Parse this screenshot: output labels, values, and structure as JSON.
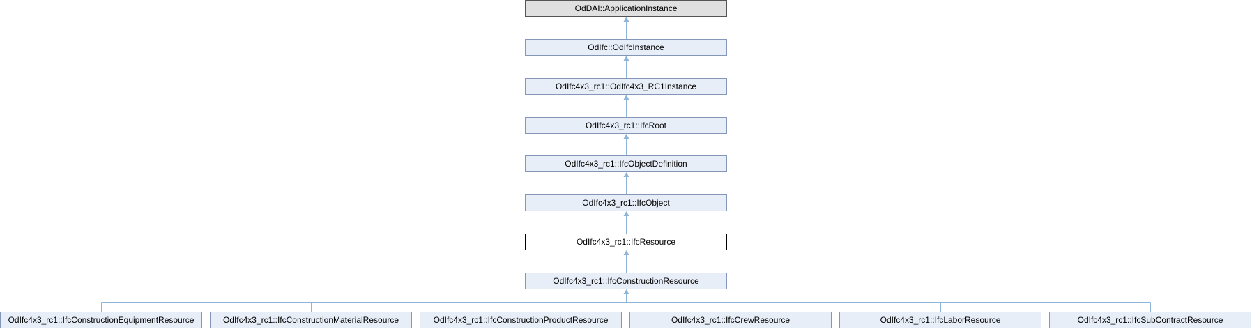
{
  "diagram": {
    "edge_color": "#8fb5d6",
    "chain": [
      {
        "id": "app_instance",
        "label": "OdDAI::ApplicationInstance",
        "style": "root"
      },
      {
        "id": "odifc_instance",
        "label": "OdIfc::OdIfcInstance",
        "style": "link"
      },
      {
        "id": "rc1_instance",
        "label": "OdIfc4x3_rc1::OdIfc4x3_RC1Instance",
        "style": "link"
      },
      {
        "id": "ifc_root",
        "label": "OdIfc4x3_rc1::IfcRoot",
        "style": "link"
      },
      {
        "id": "ifc_object_definition",
        "label": "OdIfc4x3_rc1::IfcObjectDefinition",
        "style": "link"
      },
      {
        "id": "ifc_object",
        "label": "OdIfc4x3_rc1::IfcObject",
        "style": "link"
      },
      {
        "id": "ifc_resource",
        "label": "OdIfc4x3_rc1::IfcResource",
        "style": "focus"
      },
      {
        "id": "ifc_construction_resource",
        "label": "OdIfc4x3_rc1::IfcConstructionResource",
        "style": "link"
      }
    ],
    "children": [
      {
        "id": "equipment",
        "label": "OdIfc4x3_rc1::IfcConstructionEquipmentResource"
      },
      {
        "id": "material",
        "label": "OdIfc4x3_rc1::IfcConstructionMaterialResource"
      },
      {
        "id": "product",
        "label": "OdIfc4x3_rc1::IfcConstructionProductResource"
      },
      {
        "id": "crew",
        "label": "OdIfc4x3_rc1::IfcCrewResource"
      },
      {
        "id": "labor",
        "label": "OdIfc4x3_rc1::IfcLaborResource"
      },
      {
        "id": "subcontract",
        "label": "OdIfc4x3_rc1::IfcSubContractResource"
      }
    ]
  }
}
